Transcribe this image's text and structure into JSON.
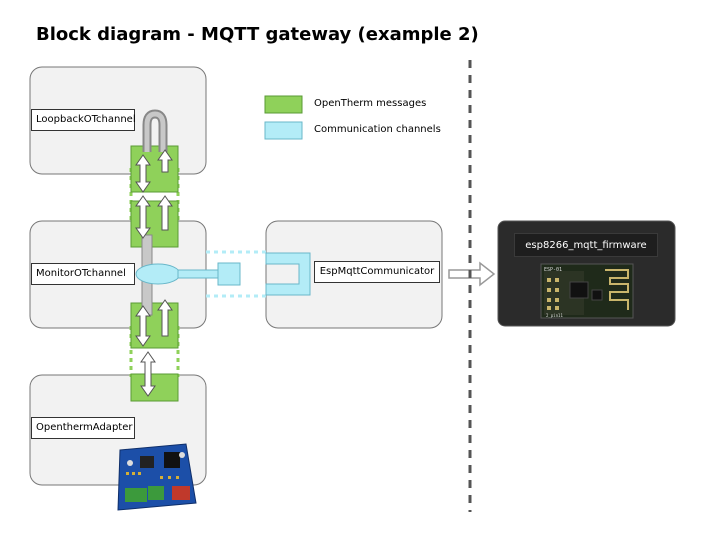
{
  "title": "Block diagram - MQTT gateway (example 2)",
  "legend": {
    "items": [
      {
        "label": "OpenTherm messages",
        "color": "#8fd15a"
      },
      {
        "label": "Communication channels",
        "color": "#b3ecf7"
      }
    ]
  },
  "blocks": {
    "loopback": "LoopbackOTchannel",
    "monitor": "MonitorOTchannel",
    "adapter": "OpenthermAdapter",
    "communicator": "EspMqttCommunicator",
    "firmware": "esp8266_mqtt_firmware"
  },
  "module": {
    "chip_text": "ESP-01",
    "pin_text": "2_pin11"
  },
  "colors": {
    "block_fill": "#f2f2f2",
    "block_stroke": "#777777",
    "ot_green": "#8fd15a",
    "comm_blue": "#b3ecf7",
    "firmware_bg": "#2b2b2b",
    "board_blue": "#1c4fa8"
  }
}
